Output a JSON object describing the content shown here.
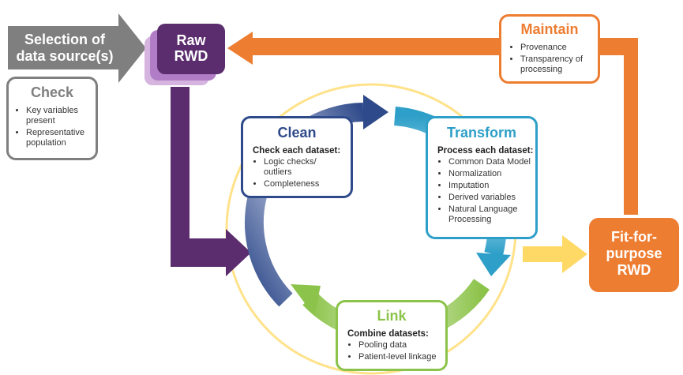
{
  "source": {
    "line1": "Selection of",
    "line2": "data source(s)"
  },
  "raw": {
    "line1": "Raw",
    "line2": "RWD"
  },
  "check": {
    "title": "Check",
    "items": [
      "Key variables present",
      "Representative population"
    ]
  },
  "maintain": {
    "title": "Maintain",
    "items": [
      "Provenance",
      "Transparency of processing"
    ]
  },
  "clean": {
    "title": "Clean",
    "subtitle": "Check each dataset:",
    "items": [
      "Logic checks/ outliers",
      "Completeness"
    ]
  },
  "transform": {
    "title": "Transform",
    "subtitle": "Process each dataset:",
    "items": [
      "Common Data Model",
      "Normalization",
      "Imputation",
      "Derived variables",
      "Natural Language Processing"
    ]
  },
  "link": {
    "title": "Link",
    "subtitle": "Combine datasets:",
    "items": [
      "Pooling data",
      "Patient-level linkage"
    ]
  },
  "fit": {
    "line1": "Fit-for-",
    "line2": "purpose",
    "line3": "RWD"
  },
  "colors": {
    "gray": "#7f7f7f",
    "purple": "#5b2d6e",
    "orange": "#ed7d31",
    "yellow": "#ffd966",
    "navy": "#2f4a8a",
    "teal": "#2e9fc8",
    "green": "#8cc34a"
  }
}
